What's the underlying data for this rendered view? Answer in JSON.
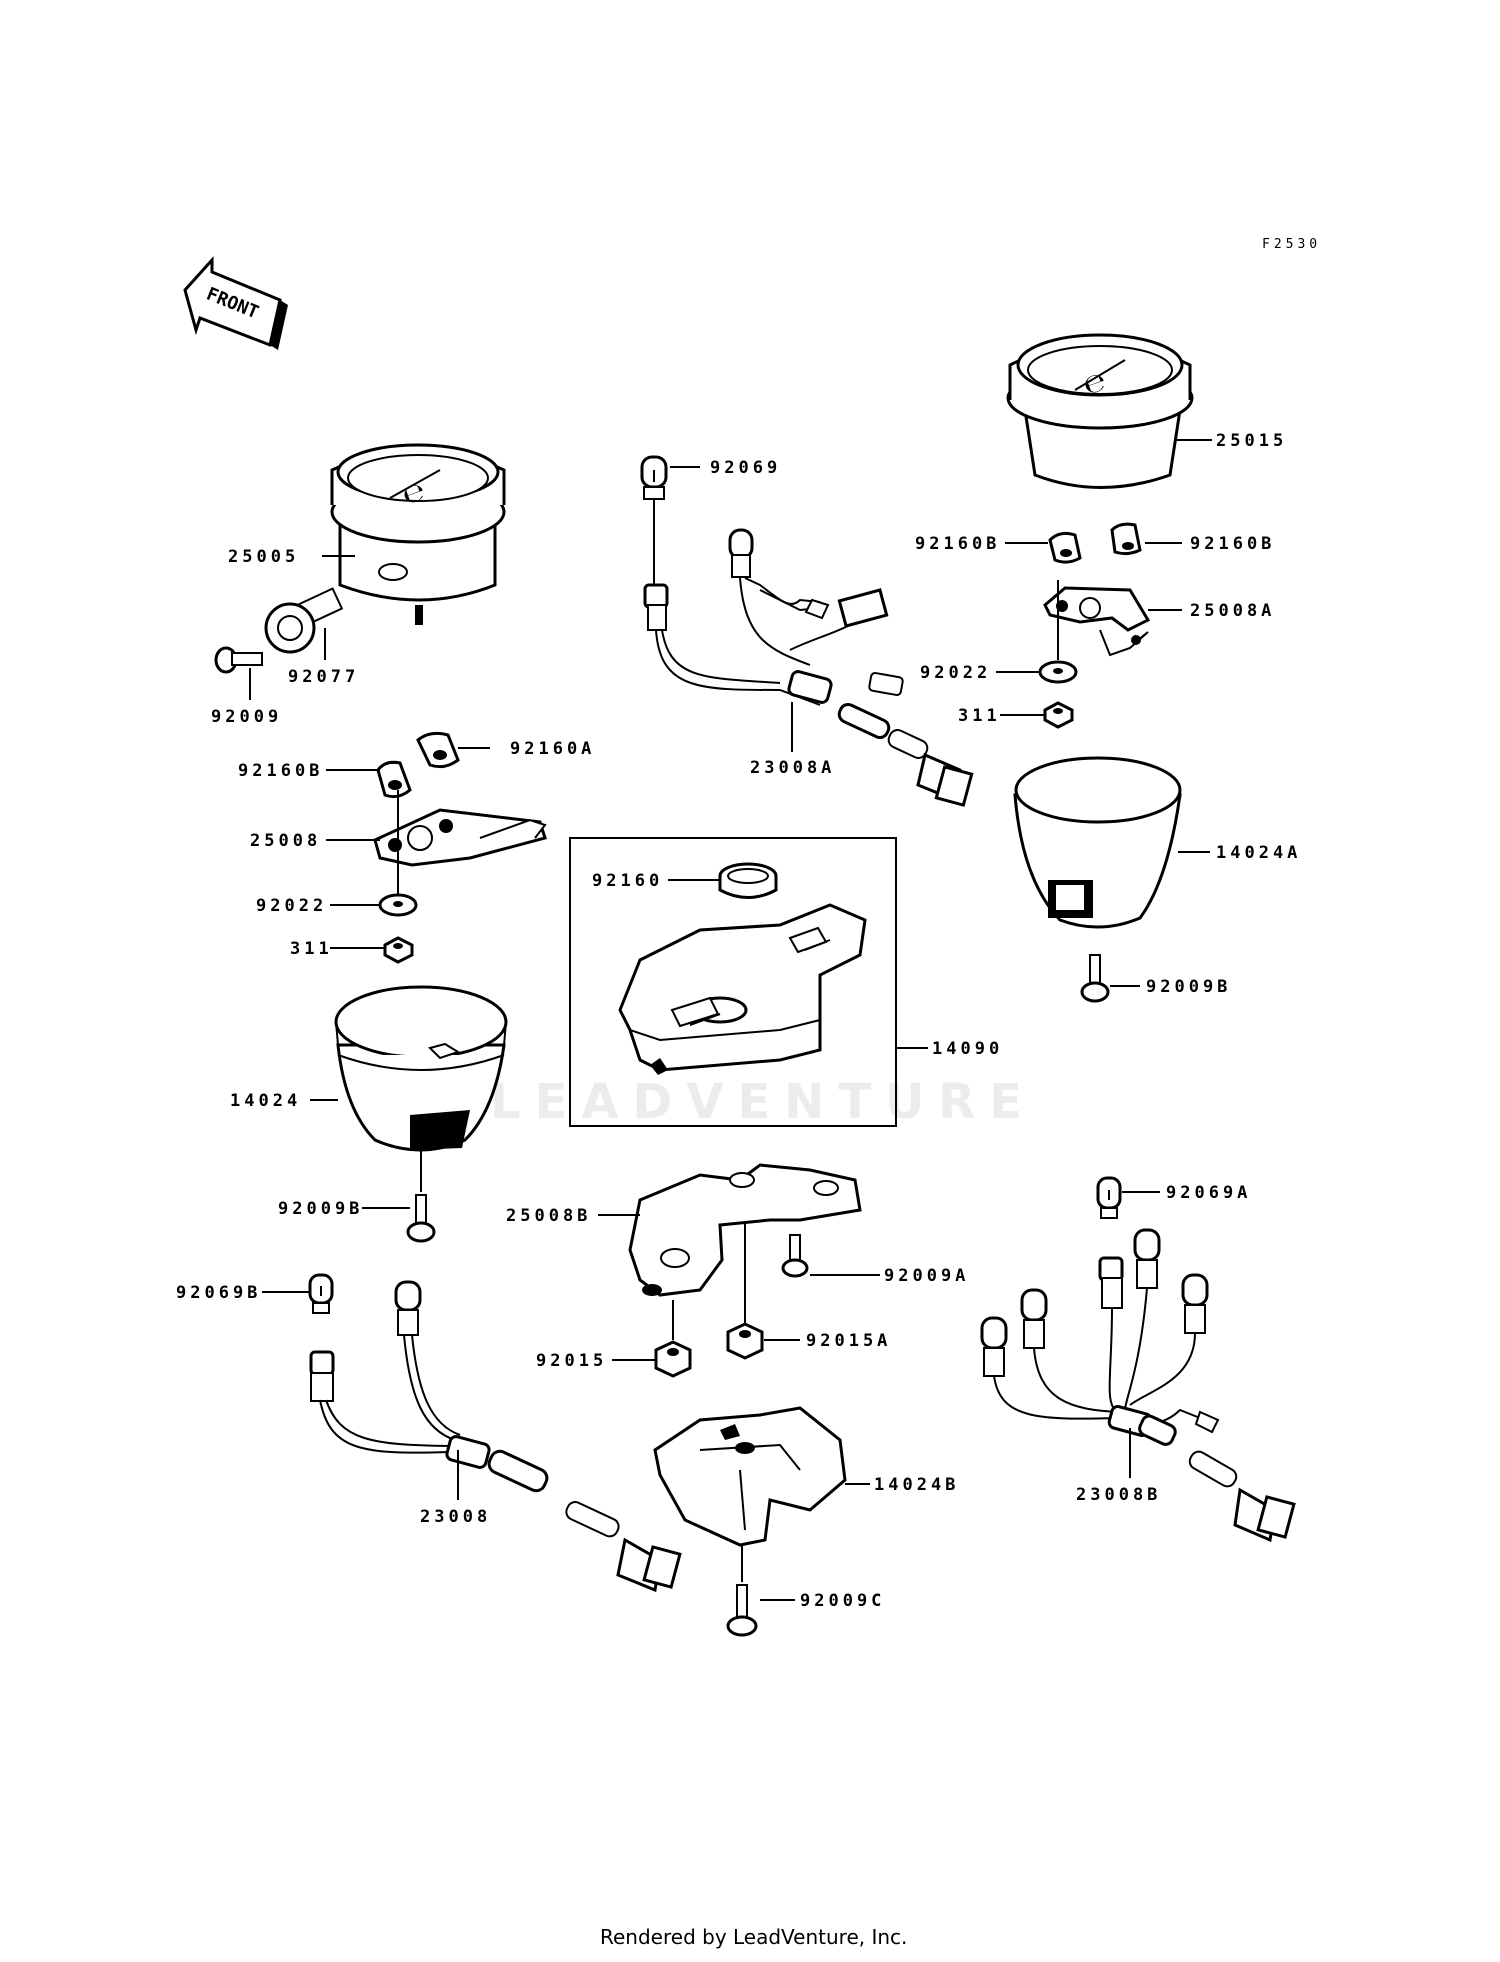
{
  "figure_code": "F2530",
  "front_label": "FRONT",
  "watermark": "LEADVENTURE",
  "footer": "Rendered by LeadVenture, Inc.",
  "labels": {
    "p25005": "25005",
    "p92077": "92077",
    "p92009": "92009",
    "p92160A": "92160A",
    "p92160B_left": "92160B",
    "p25008": "25008",
    "p92022_left": "92022",
    "p311_left": "311",
    "p14024": "14024",
    "p92009B_left": "92009B",
    "p92069": "92069",
    "p23008A": "23008A",
    "p25015": "25015",
    "p92160B_r1": "92160B",
    "p92160B_r2": "92160B",
    "p25008A": "25008A",
    "p92022_right": "92022",
    "p311_right": "311",
    "p14024A": "14024A",
    "p92009B_right": "92009B",
    "p92160": "92160",
    "p14090": "14090",
    "p25008B": "25008B",
    "p92009A": "92009A",
    "p92015": "92015",
    "p92015A": "92015A",
    "p92069B": "92069B",
    "p23008": "23008",
    "p14024B": "14024B",
    "p92009C": "92009C",
    "p92069A": "92069A",
    "p23008B": "23008B"
  }
}
